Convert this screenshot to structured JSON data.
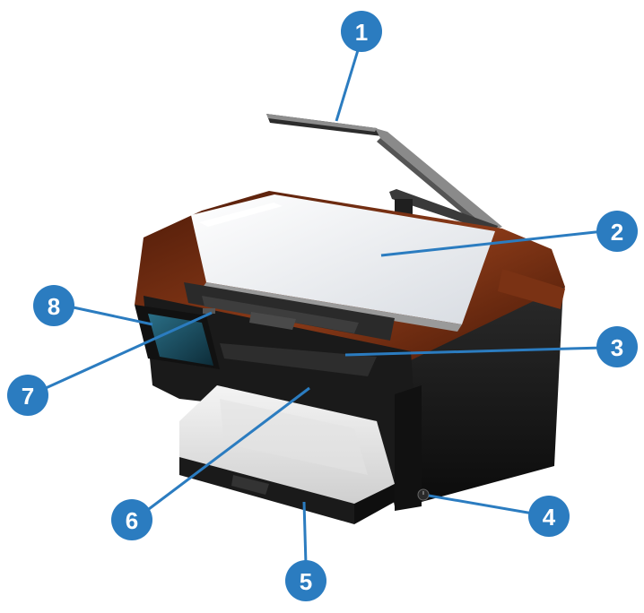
{
  "colors": {
    "callout": "#2b7cc0",
    "body": "#1b1b1b",
    "wood": "#6b2a12",
    "glass": "#eef0f3"
  },
  "callouts": [
    {
      "number": "1",
      "part": "camera-arm"
    },
    {
      "number": "2",
      "part": "document-placement-area"
    },
    {
      "number": "3",
      "part": "output-bin"
    },
    {
      "number": "4",
      "part": "power-button"
    },
    {
      "number": "5",
      "part": "input-tray"
    },
    {
      "number": "6",
      "part": "front-cover"
    },
    {
      "number": "7",
      "part": "control-panel-button"
    },
    {
      "number": "8",
      "part": "control-panel-display"
    }
  ]
}
